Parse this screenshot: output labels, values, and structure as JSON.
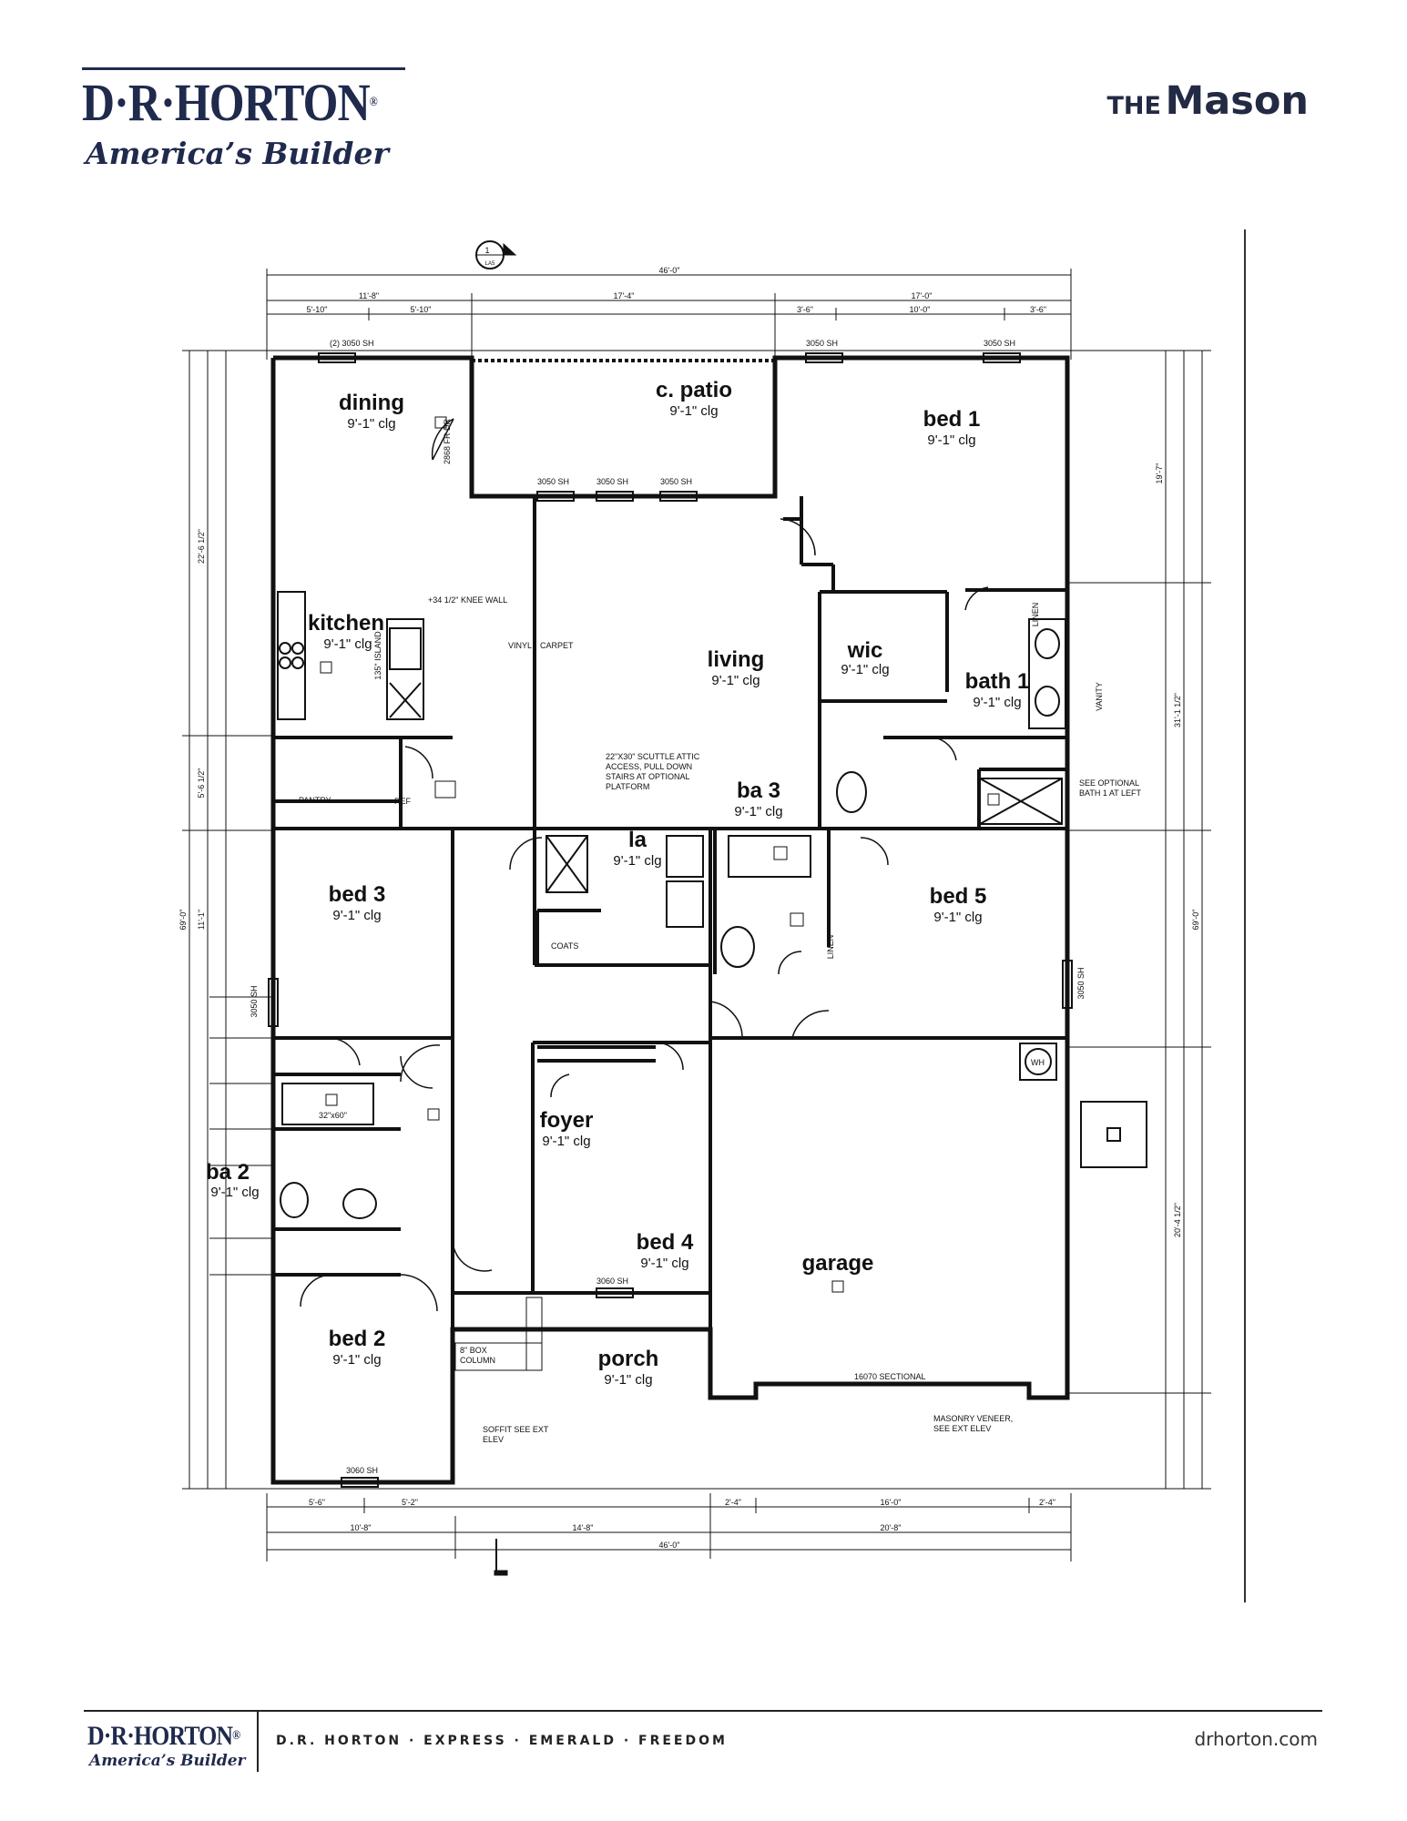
{
  "brand": {
    "logo_text": "D·R·HORTON",
    "registered": "®",
    "tagline": "America’s Builder",
    "color": "#1f2a4d"
  },
  "plan": {
    "prefix": "THE",
    "name": "Mason"
  },
  "rooms": [
    {
      "id": "dining",
      "name": "dining",
      "ceiling": "9'-1\" clg"
    },
    {
      "id": "c-patio",
      "name": "c. patio",
      "ceiling": "9'-1\" clg"
    },
    {
      "id": "bed1",
      "name": "bed 1",
      "ceiling": "9'-1\" clg"
    },
    {
      "id": "kitchen",
      "name": "kitchen",
      "ceiling": "9'-1\" clg"
    },
    {
      "id": "living",
      "name": "living",
      "ceiling": "9'-1\" clg"
    },
    {
      "id": "wic",
      "name": "wic",
      "ceiling": "9'-1\" clg"
    },
    {
      "id": "bath1",
      "name": "bath 1",
      "ceiling": "9'-1\" clg"
    },
    {
      "id": "ba3",
      "name": "ba 3",
      "ceiling": "9'-1\" clg"
    },
    {
      "id": "la",
      "name": "la",
      "ceiling": "9'-1\" clg"
    },
    {
      "id": "bed3",
      "name": "bed 3",
      "ceiling": "9'-1\" clg"
    },
    {
      "id": "bed5",
      "name": "bed 5",
      "ceiling": "9'-1\" clg"
    },
    {
      "id": "foyer",
      "name": "foyer",
      "ceiling": "9'-1\" clg"
    },
    {
      "id": "ba2",
      "name": "ba 2",
      "ceiling": "9'-1\" clg"
    },
    {
      "id": "bed4",
      "name": "bed 4",
      "ceiling": "9'-1\" clg"
    },
    {
      "id": "garage",
      "name": "garage",
      "ceiling": ""
    },
    {
      "id": "bed2",
      "name": "bed 2",
      "ceiling": "9'-1\" clg"
    },
    {
      "id": "porch",
      "name": "porch",
      "ceiling": "9'-1\" clg"
    }
  ],
  "dimensions": {
    "overall_width_top": "46'-0\"",
    "top_left": "11'-8\"",
    "top_mid": "17'-4\"",
    "top_right": "17'-0\"",
    "top_sub_1": "5'-10\"",
    "top_sub_2": "5'-10\"",
    "top_sub_3": "3'-6\"",
    "top_sub_4": "10'-0\"",
    "top_sub_5": "3'-6\"",
    "overall_width_bottom": "46'-0\"",
    "bottom_1": "10'-8\"",
    "bottom_2": "14'-8\"",
    "bottom_3": "20'-8\"",
    "bottom_sub_1": "5'-6\"",
    "bottom_sub_2": "5'-2\"",
    "bottom_sub_3": "2'-4\"",
    "bottom_sub_4": "16'-0\"",
    "bottom_sub_5": "2'-4\"",
    "left_overall": "69'-0\"",
    "left_1": "22'-6 1/2\"",
    "left_2": "5'-6 1/2\"",
    "left_3": "11'-1\"",
    "right_overall": "69'-0\"",
    "right_1": "19'-7\"",
    "right_2": "31'-1 1/2\"",
    "right_3": "20'-4 1/2\""
  },
  "labels": {
    "window_dining": "(2) 3050 SH",
    "window_bed1_a": "3050 SH",
    "window_bed1_b": "3050 SH",
    "window_living_1": "3050 SH",
    "window_living_2": "3050 SH",
    "window_living_3": "3050 SH",
    "window_bed2": "3060 SH",
    "window_bed4": "3060 SH",
    "window_bed3": "3050 SH",
    "window_bed5": "3050 SH",
    "door_dining": "2868 FR DR",
    "attic": "22\"X30\" SCUTTLE ATTIC ACCESS, PULL DOWN STAIRS AT OPTIONAL PLATFORM",
    "vinyl": "VINYL",
    "carpet": "CARPET",
    "pantry": "PANTRY",
    "ref": "REF",
    "island": "+34 1/2\" KNEE WALL",
    "island2": "135\" ISLAND",
    "coats": "COATS",
    "linen1": "LINEN",
    "linen2": "LINEN",
    "vanity": "VANITY",
    "optional_bath": "SEE OPTIONAL BATH 1 AT LEFT",
    "tub": "32\"x60\"",
    "box_column": "8\" BOX COLUMN",
    "soffit": "SOFFIT SEE EXT ELEV",
    "garage_door": "16070 SECTIONAL",
    "masonry": "MASONRY VENEER, SEE EXT ELEV",
    "wh": "WH",
    "section_marker": "1",
    "section_sheet": "LA5"
  },
  "footer": {
    "brands": "D.R. HORTON · EXPRESS · EMERALD · FREEDOM",
    "url": "drhorton.com"
  }
}
